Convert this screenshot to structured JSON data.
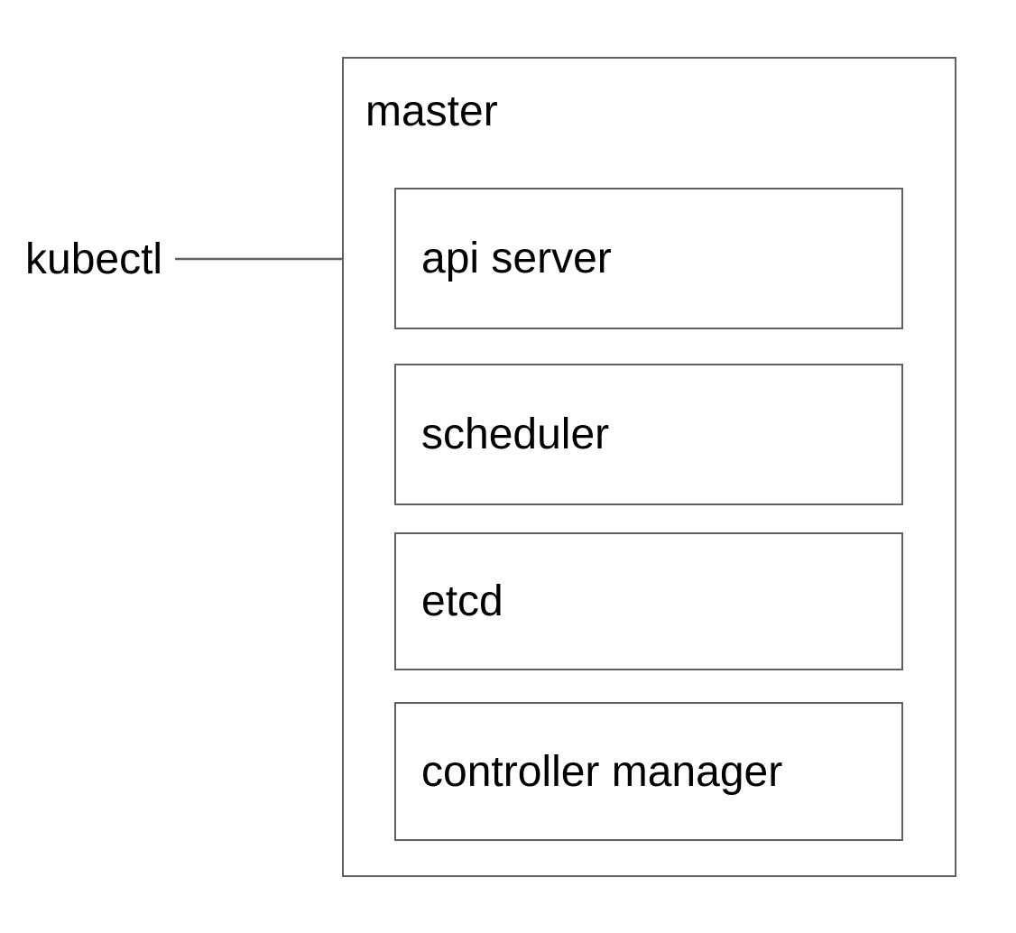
{
  "diagram": {
    "external_client": {
      "label": "kubectl"
    },
    "connector": {
      "from": "kubectl",
      "to": "api server",
      "shape": "horizontal-arrow-right"
    },
    "container": {
      "label": "master"
    },
    "components": [
      {
        "label": "api server"
      },
      {
        "label": "scheduler"
      },
      {
        "label": "etcd"
      },
      {
        "label": "controller manager"
      }
    ],
    "colors": {
      "background": "#ffffff",
      "box_border": "#606060",
      "arrow": "#606060",
      "text": "#000000"
    }
  }
}
